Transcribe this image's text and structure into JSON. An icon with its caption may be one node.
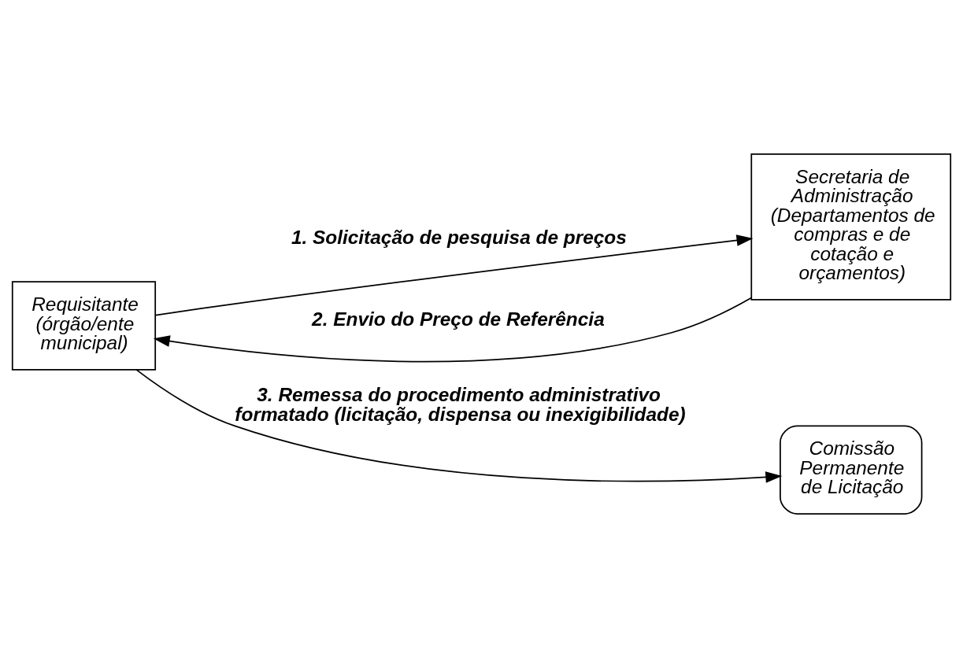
{
  "diagram": {
    "nodes": [
      {
        "text": [
          "Requisitante (órgão/ente municipal)"
        ]
      },
      {
        "text": [
          "Secretaria de Administração (Departamentos de compras e de cotação e orçamentos)"
        ]
      },
      {
        "text": [
          "Comissão Permanente de Licitação"
        ]
      }
    ],
    "edges": [
      {
        "from": 0,
        "to": 1,
        "arrow": "to",
        "label": "1. Solicitação de pesquisa de preços"
      },
      {
        "from": 1,
        "to": 0,
        "arrow": "to",
        "label": "2. Envio do Preço de Referência"
      },
      {
        "from": 0,
        "to": 2,
        "arrow": "to",
        "label": "3. Remessa do procedimento administrativo formatado (licitação, dispensa ou inexigibilidade)"
      }
    ]
  }
}
